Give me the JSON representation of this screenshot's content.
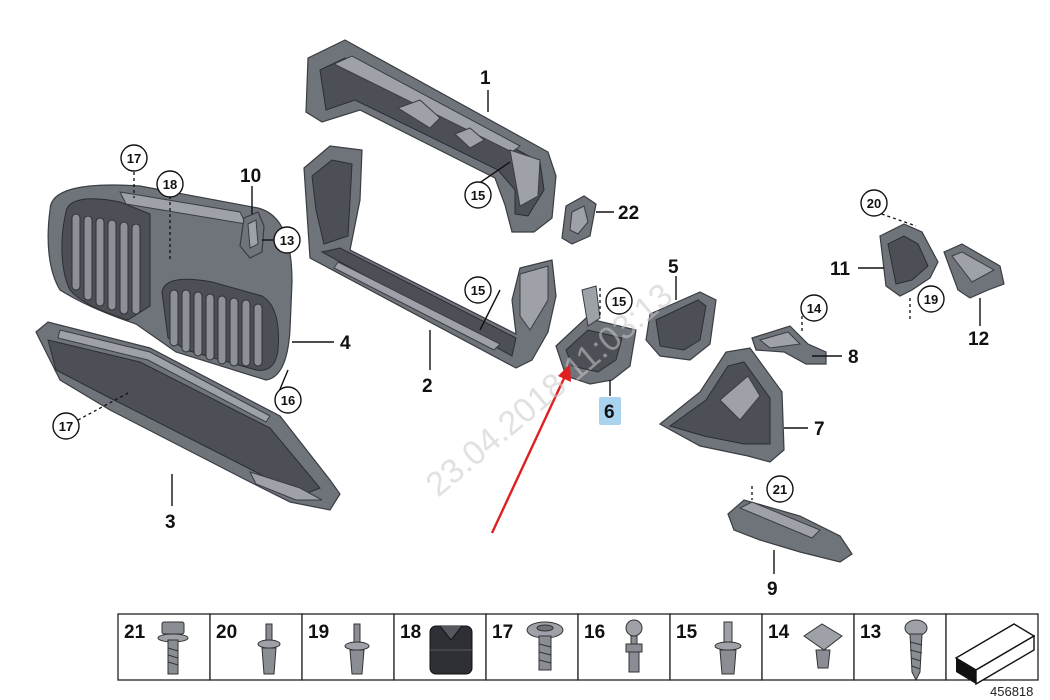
{
  "diagram": {
    "diagram_id": "456818",
    "watermark": "23.04.2018 11:03:13",
    "highlighted_part": "6",
    "accent_colors": {
      "highlight": "#a9d3ee",
      "arrow": "#e02020"
    },
    "callouts": [
      {
        "id": "c1",
        "label": "1",
        "style": "plain"
      },
      {
        "id": "c2",
        "label": "2",
        "style": "plain"
      },
      {
        "id": "c3",
        "label": "3",
        "style": "plain"
      },
      {
        "id": "c4",
        "label": "4",
        "style": "plain"
      },
      {
        "id": "c5",
        "label": "5",
        "style": "plain"
      },
      {
        "id": "c6",
        "label": "6",
        "style": "highlighted"
      },
      {
        "id": "c7",
        "label": "7",
        "style": "plain"
      },
      {
        "id": "c8",
        "label": "8",
        "style": "plain"
      },
      {
        "id": "c9",
        "label": "9",
        "style": "plain"
      },
      {
        "id": "c10",
        "label": "10",
        "style": "plain"
      },
      {
        "id": "c11",
        "label": "11",
        "style": "plain"
      },
      {
        "id": "c12",
        "label": "12",
        "style": "plain"
      },
      {
        "id": "c22",
        "label": "22",
        "style": "plain"
      },
      {
        "id": "r17a",
        "label": "17",
        "style": "circle"
      },
      {
        "id": "r18",
        "label": "18",
        "style": "circle"
      },
      {
        "id": "r13",
        "label": "13",
        "style": "circle"
      },
      {
        "id": "r15a",
        "label": "15",
        "style": "circle"
      },
      {
        "id": "r15b",
        "label": "15",
        "style": "circle"
      },
      {
        "id": "r15c",
        "label": "15",
        "style": "circle"
      },
      {
        "id": "r16",
        "label": "16",
        "style": "circle"
      },
      {
        "id": "r17b",
        "label": "17",
        "style": "circle"
      },
      {
        "id": "r14",
        "label": "14",
        "style": "circle"
      },
      {
        "id": "r20",
        "label": "20",
        "style": "circle"
      },
      {
        "id": "r19",
        "label": "19",
        "style": "circle"
      },
      {
        "id": "r21",
        "label": "21",
        "style": "circle"
      }
    ],
    "legend": [
      {
        "label": "21",
        "icon": "bolt-washer-icon"
      },
      {
        "label": "20",
        "icon": "expansion-rivet-icon"
      },
      {
        "label": "19",
        "icon": "blind-rivet-icon"
      },
      {
        "label": "18",
        "icon": "rubber-mount-icon"
      },
      {
        "label": "17",
        "icon": "flange-screw-icon"
      },
      {
        "label": "16",
        "icon": "ball-stud-icon"
      },
      {
        "label": "15",
        "icon": "clip-rivet-icon"
      },
      {
        "label": "14",
        "icon": "speed-nut-icon"
      },
      {
        "label": "13",
        "icon": "tapping-screw-icon"
      },
      {
        "label": "",
        "icon": "direction-arrow-icon"
      }
    ]
  }
}
